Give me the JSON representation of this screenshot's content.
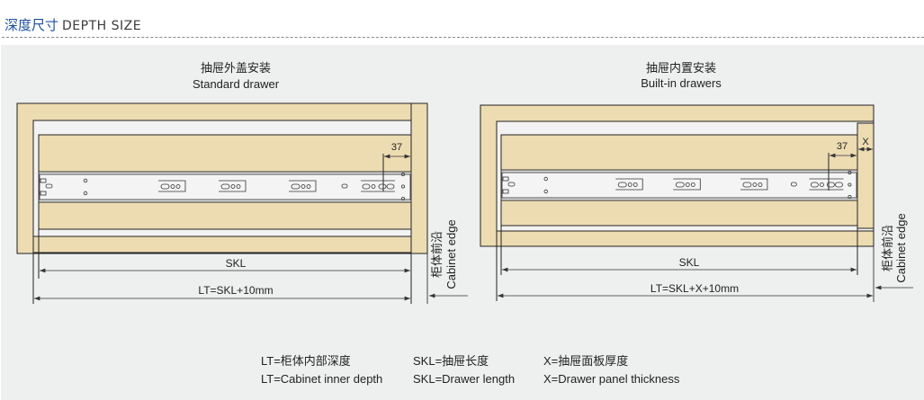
{
  "header": {
    "title_cn": "深度尺寸",
    "title_en": "DEPTH SIZE"
  },
  "colors": {
    "wood": "#eddcb2",
    "panel": "#eeefef",
    "title_blue": "#1d4f9e"
  },
  "diagrams": [
    {
      "title_cn": "抽屉外盖安装",
      "title_en": "Standard drawer",
      "dim_37": "37",
      "skl": "SKL",
      "lt": "LT=SKL+10mm",
      "edge_cn": "柜体前沿",
      "edge_en": "Cabinet edge"
    },
    {
      "title_cn": "抽屉内置安装",
      "title_en": "Built-in drawers",
      "dim_37": "37",
      "dim_x": "X",
      "skl": "SKL",
      "lt": "LT=SKL+X+10mm",
      "edge_cn": "柜体前沿",
      "edge_en": "Cabinet edge"
    }
  ],
  "legend": [
    {
      "cn": "LT=柜体内部深度",
      "en": "LT=Cabinet inner depth"
    },
    {
      "cn": "SKL=抽屉长度",
      "en": "SKL=Drawer length"
    },
    {
      "cn": "X=抽屉面板厚度",
      "en": "X=Drawer panel thickness"
    }
  ]
}
